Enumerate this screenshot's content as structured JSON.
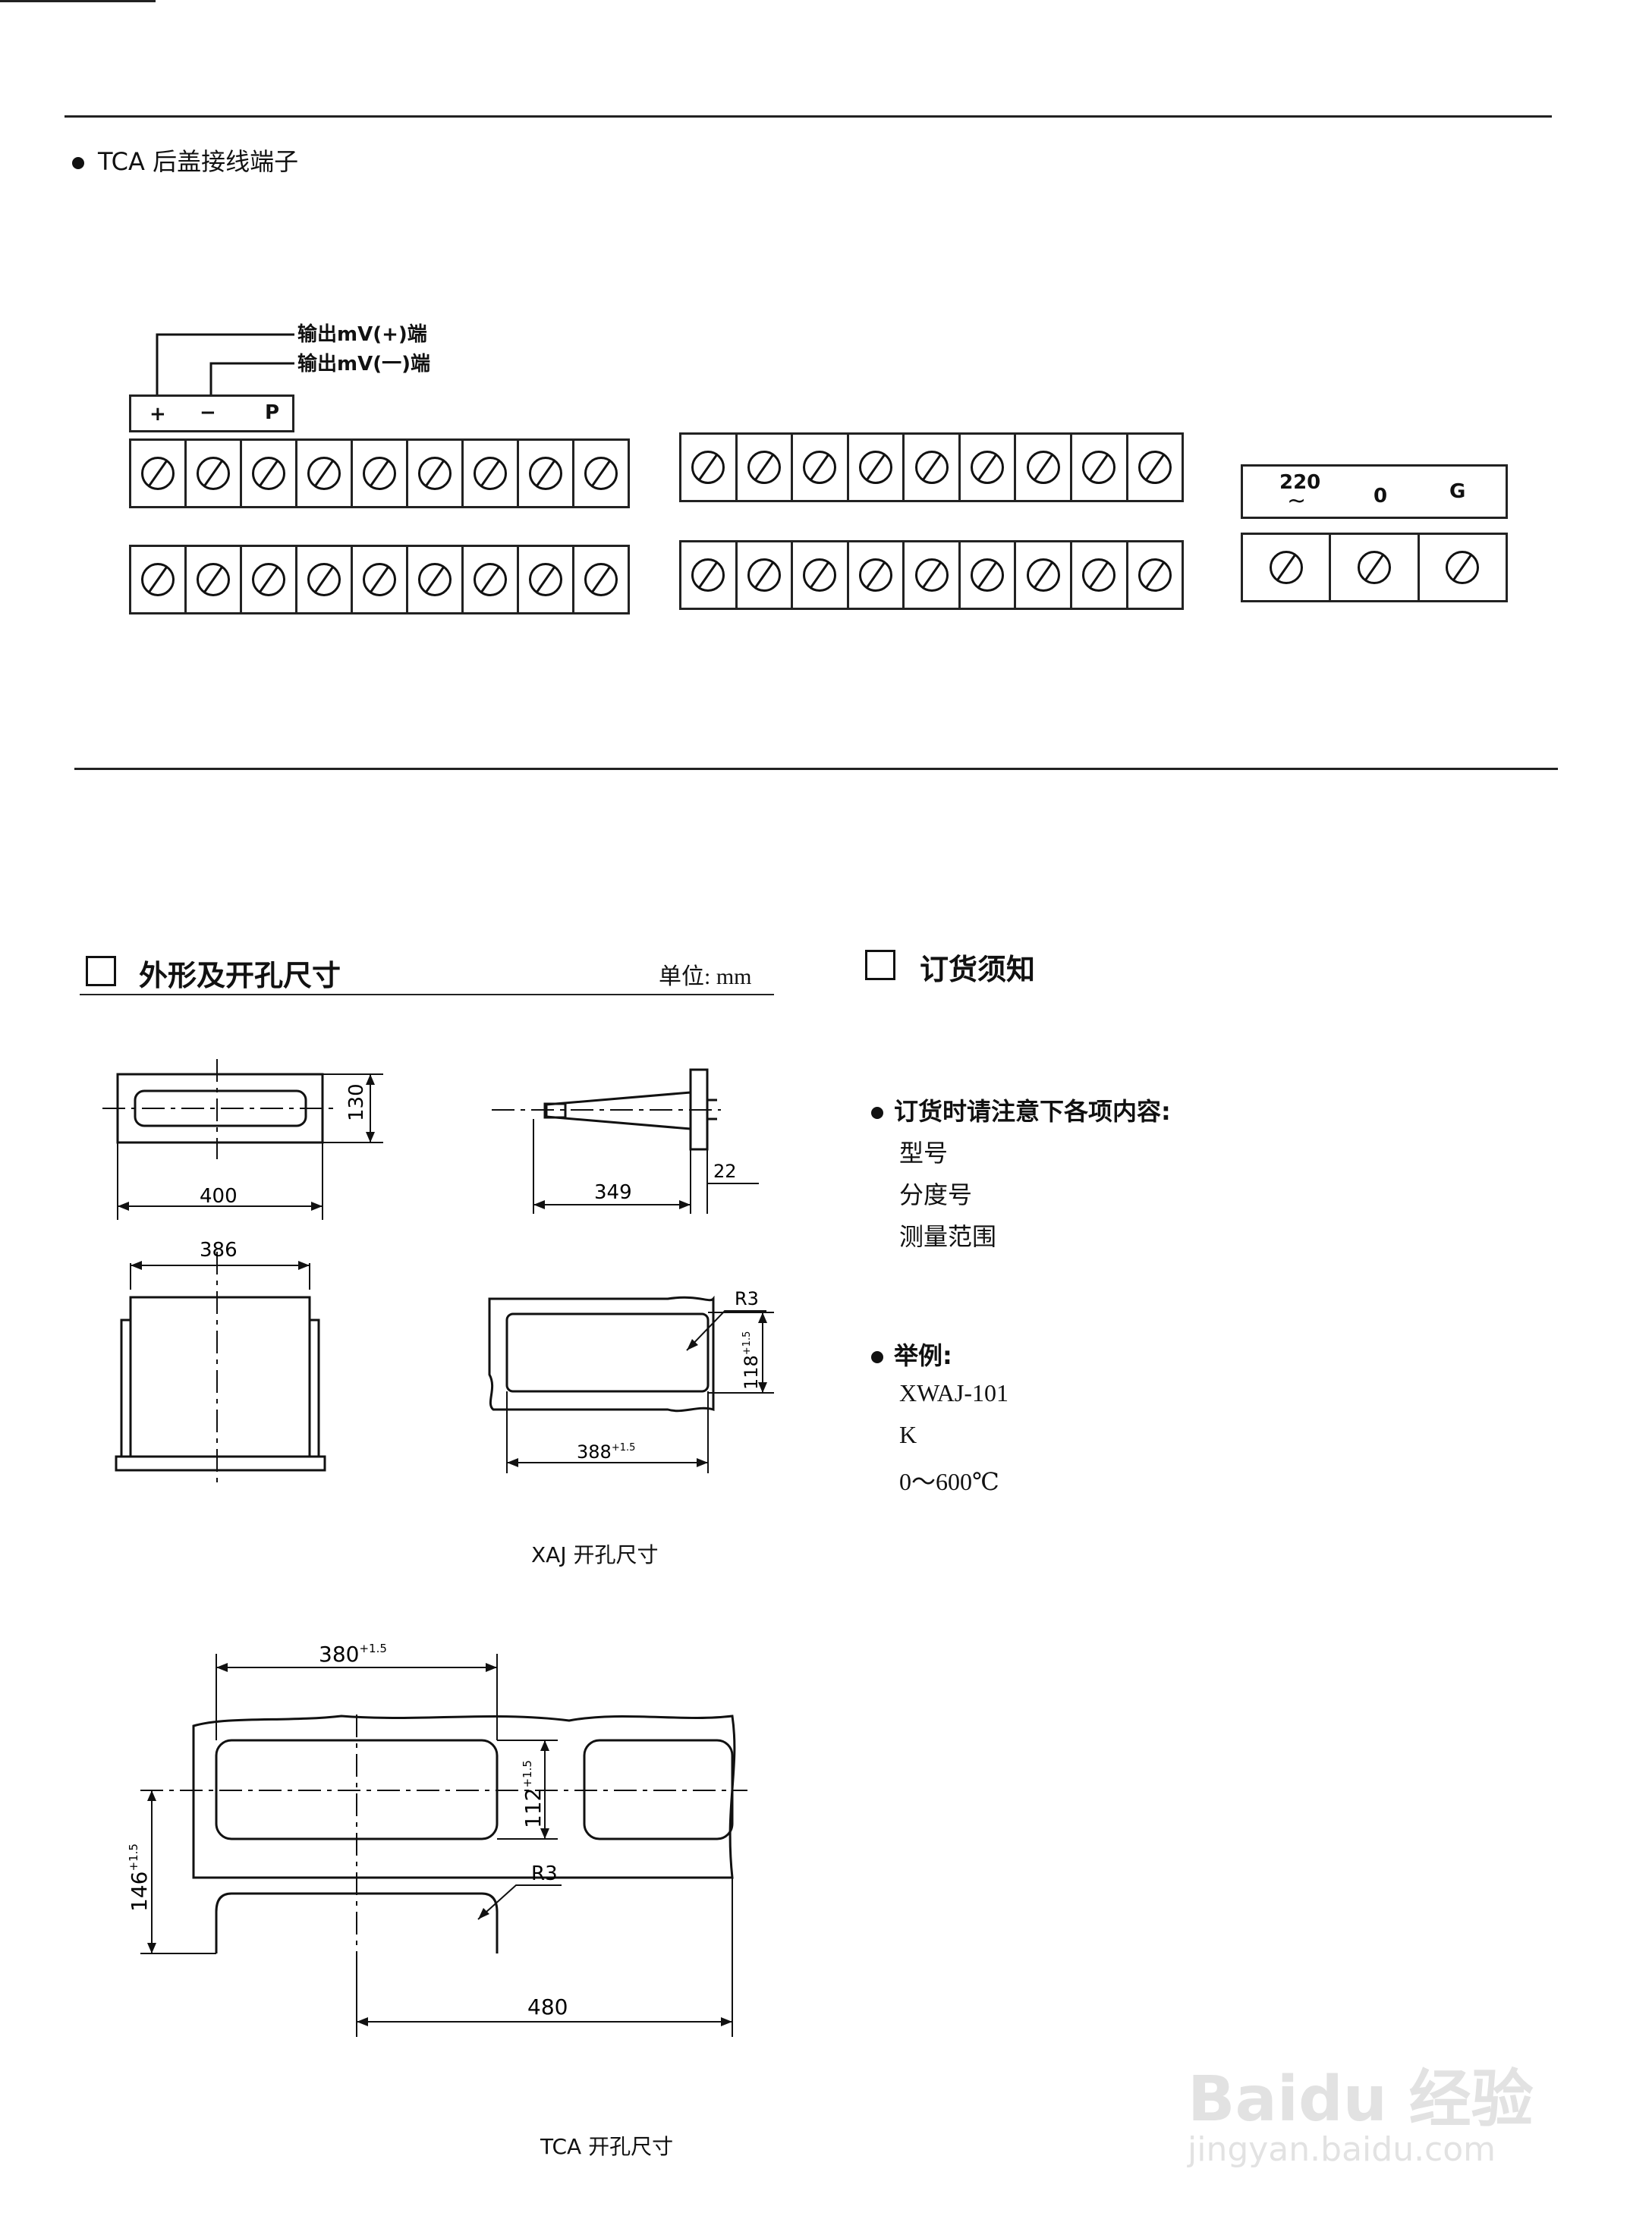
{
  "terminal_section": {
    "title": "TCA 后盖接线端子",
    "output_plus": "输出mV(+)端",
    "output_minus": "输出mV(一)端",
    "signal_labels": [
      "+",
      "−",
      "P"
    ],
    "power_labels": {
      "v220": "220",
      "tilde": "~",
      "zero": "0",
      "ground": "G"
    }
  },
  "dimension_section": {
    "title": "外形及开孔尺寸",
    "unit": "单位: mm",
    "dims": {
      "w400": "400",
      "h130": "130",
      "d349": "349",
      "t22": "22",
      "w386": "386",
      "r3": "R3",
      "h118": "118",
      "w388": "388",
      "tol": "+1.5",
      "w380": "380",
      "h112": "112",
      "h146": "146",
      "w480": "480"
    },
    "caption_xaj": "XAJ 开孔尺寸",
    "caption_tca": "TCA 开孔尺寸"
  },
  "order_section": {
    "title": "订货须知",
    "notice_heading": "订货时请注意下各项内容:",
    "notice_items": [
      "型号",
      "分度号",
      "测量范围"
    ],
    "example_heading": "举例:",
    "example_items": [
      "XWAJ-101",
      "K",
      "0～600℃"
    ]
  },
  "watermark": {
    "brand": "Baidu 经验",
    "url": "jingyan.baidu.com"
  }
}
